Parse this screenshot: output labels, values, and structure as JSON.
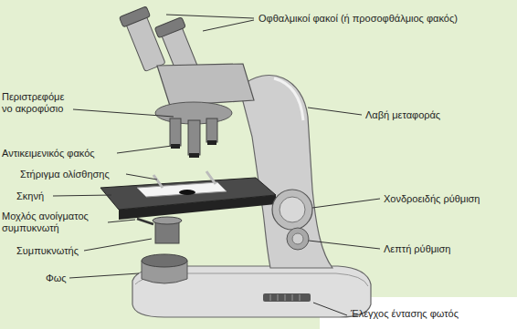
{
  "diagram": {
    "labels": [
      "Οφθαλμικοί φακοί (ή προσοφθάλμιος φακός)",
      "Περιστρεφόμε νο ακροφύσιο",
      "Αντικειμενικός φακός",
      "Στήριγμα ολίσθησης",
      "Σκηνή",
      "Μοχλός ανοίγματος συμπυκνωτή",
      "Συμπυκνωτής",
      "Φως",
      "Λαβή μεταφοράς",
      "Χονδροειδής ρύθμιση",
      "Λεπτή ρύθμιση",
      "Έλεγχος έντασης φωτός"
    ]
  }
}
